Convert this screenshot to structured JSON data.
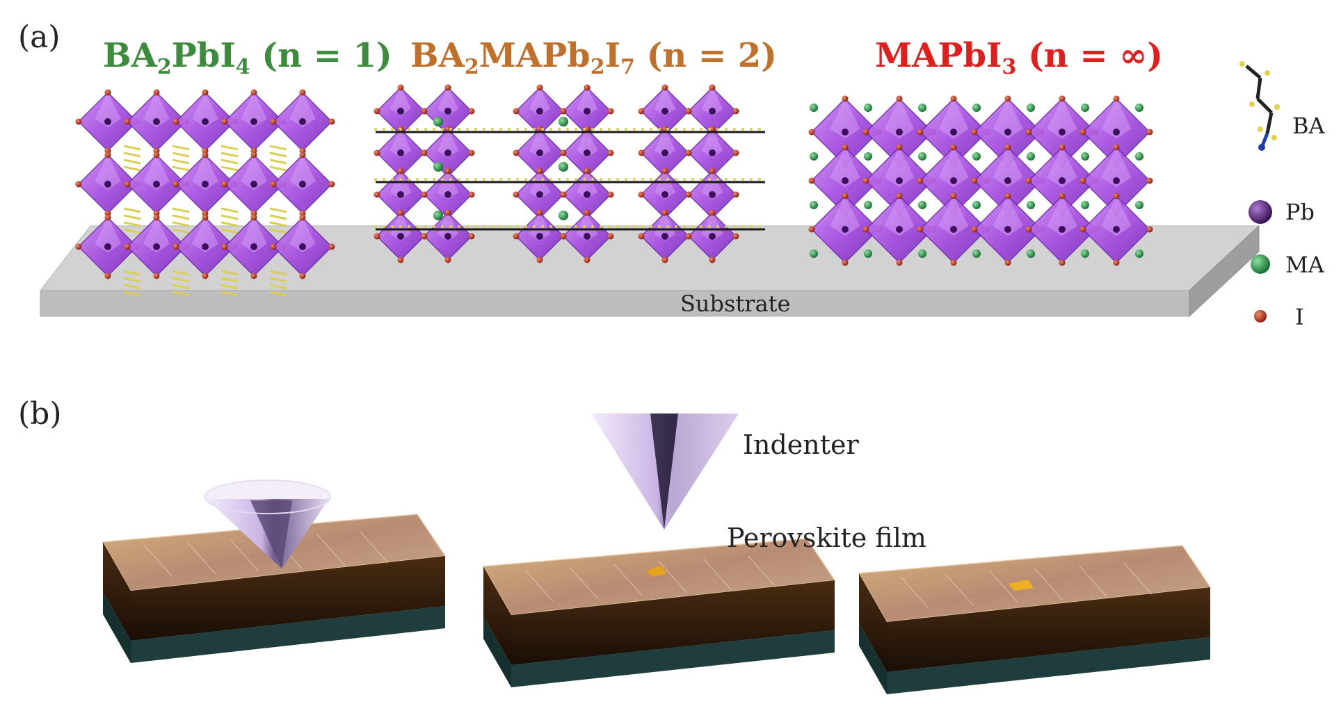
{
  "panels": {
    "a": {
      "label": "(a)"
    },
    "b": {
      "label": "(b)"
    }
  },
  "structures": [
    {
      "pre": "BA",
      "sub1": "2",
      "mid": "PbI",
      "sub2": "4",
      "post": "",
      "sub3": "",
      "tail": " (n = 1)",
      "color": "#3d8c3d"
    },
    {
      "pre": "BA",
      "sub1": "2",
      "mid": "MAPb",
      "sub2": "2",
      "post": "I",
      "sub3": "7",
      "tail": " (n = 2)",
      "color": "#c0702a"
    },
    {
      "pre": "MAPbI",
      "sub1": "3",
      "mid": "",
      "sub2": "",
      "post": "",
      "sub3": "",
      "tail": " (n = ∞)",
      "color": "#e01e1e"
    }
  ],
  "substrate_label": "Substrate",
  "legend": [
    {
      "label": "BA",
      "icon": "butylammonium-chain-icon"
    },
    {
      "label": "Pb",
      "color": "#4a1d6e",
      "icon": "lead-atom-icon"
    },
    {
      "label": "MA",
      "color": "#1f9e3f",
      "icon": "methylammonium-icon"
    },
    {
      "label": "I",
      "color": "#d03a1a",
      "icon": "iodine-atom-icon"
    }
  ],
  "annotations": {
    "indenter": "Indenter",
    "film": "Perovskite film"
  },
  "colors": {
    "octahedron": "#a64ee0",
    "octahedron_edge": "#6e2aa8",
    "substrate": "#cfcfcf",
    "film_top": "#b48a70",
    "film_side": "#2a1a0c",
    "film_base": "#1d3a3a"
  }
}
